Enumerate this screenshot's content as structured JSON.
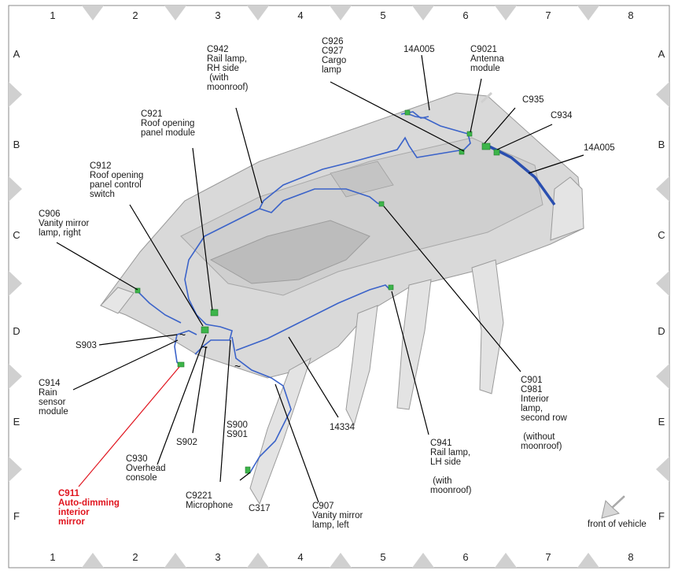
{
  "grid": {
    "columns": [
      "1",
      "2",
      "3",
      "4",
      "5",
      "6",
      "7",
      "8"
    ],
    "rows": [
      "A",
      "B",
      "C",
      "D",
      "E",
      "F"
    ]
  },
  "labels": {
    "c942": [
      "C942",
      "Rail lamp,",
      "RH side",
      " (with",
      "moonroof)"
    ],
    "c926": [
      "C926",
      "C927",
      "Cargo",
      "lamp"
    ],
    "a14a005_top": [
      "14A005"
    ],
    "c9021": [
      "C9021",
      "Antenna",
      "module"
    ],
    "c935": [
      "C935"
    ],
    "c934": [
      "C934"
    ],
    "a14a005_right": [
      "14A005"
    ],
    "c921": [
      "C921",
      "Roof opening",
      "panel module"
    ],
    "c912": [
      "C912",
      "Roof opening",
      "panel control",
      "switch"
    ],
    "c906": [
      "C906",
      "Vanity mirror",
      "lamp, right"
    ],
    "s903": [
      "S903"
    ],
    "c914": [
      "C914",
      "Rain",
      "sensor",
      "module"
    ],
    "s902": [
      "S902"
    ],
    "s900": [
      "S900",
      "S901"
    ],
    "w14334": [
      "14334"
    ],
    "c941": [
      "C941",
      "Rail lamp,",
      "LH side",
      "",
      " (with",
      "moonroof)"
    ],
    "c901": [
      "C901",
      "C981",
      "Interior",
      "lamp,",
      "second row",
      "",
      " (without",
      "moonroof)"
    ],
    "c930": [
      "C930",
      "Overhead",
      "console"
    ],
    "c911": [
      "C911",
      "Auto-dimming",
      "interior",
      "mirror"
    ],
    "c9221": [
      "C9221",
      "Microphone"
    ],
    "c317": [
      "C317"
    ],
    "c907": [
      "C907",
      "Vanity mirror",
      "lamp, left"
    ],
    "front": [
      "front of vehicle"
    ]
  },
  "colors": {
    "highlight": "#e0141e",
    "wire": "#3b63c9",
    "connector": "#3db54a",
    "roof": "#d7d7d7"
  }
}
